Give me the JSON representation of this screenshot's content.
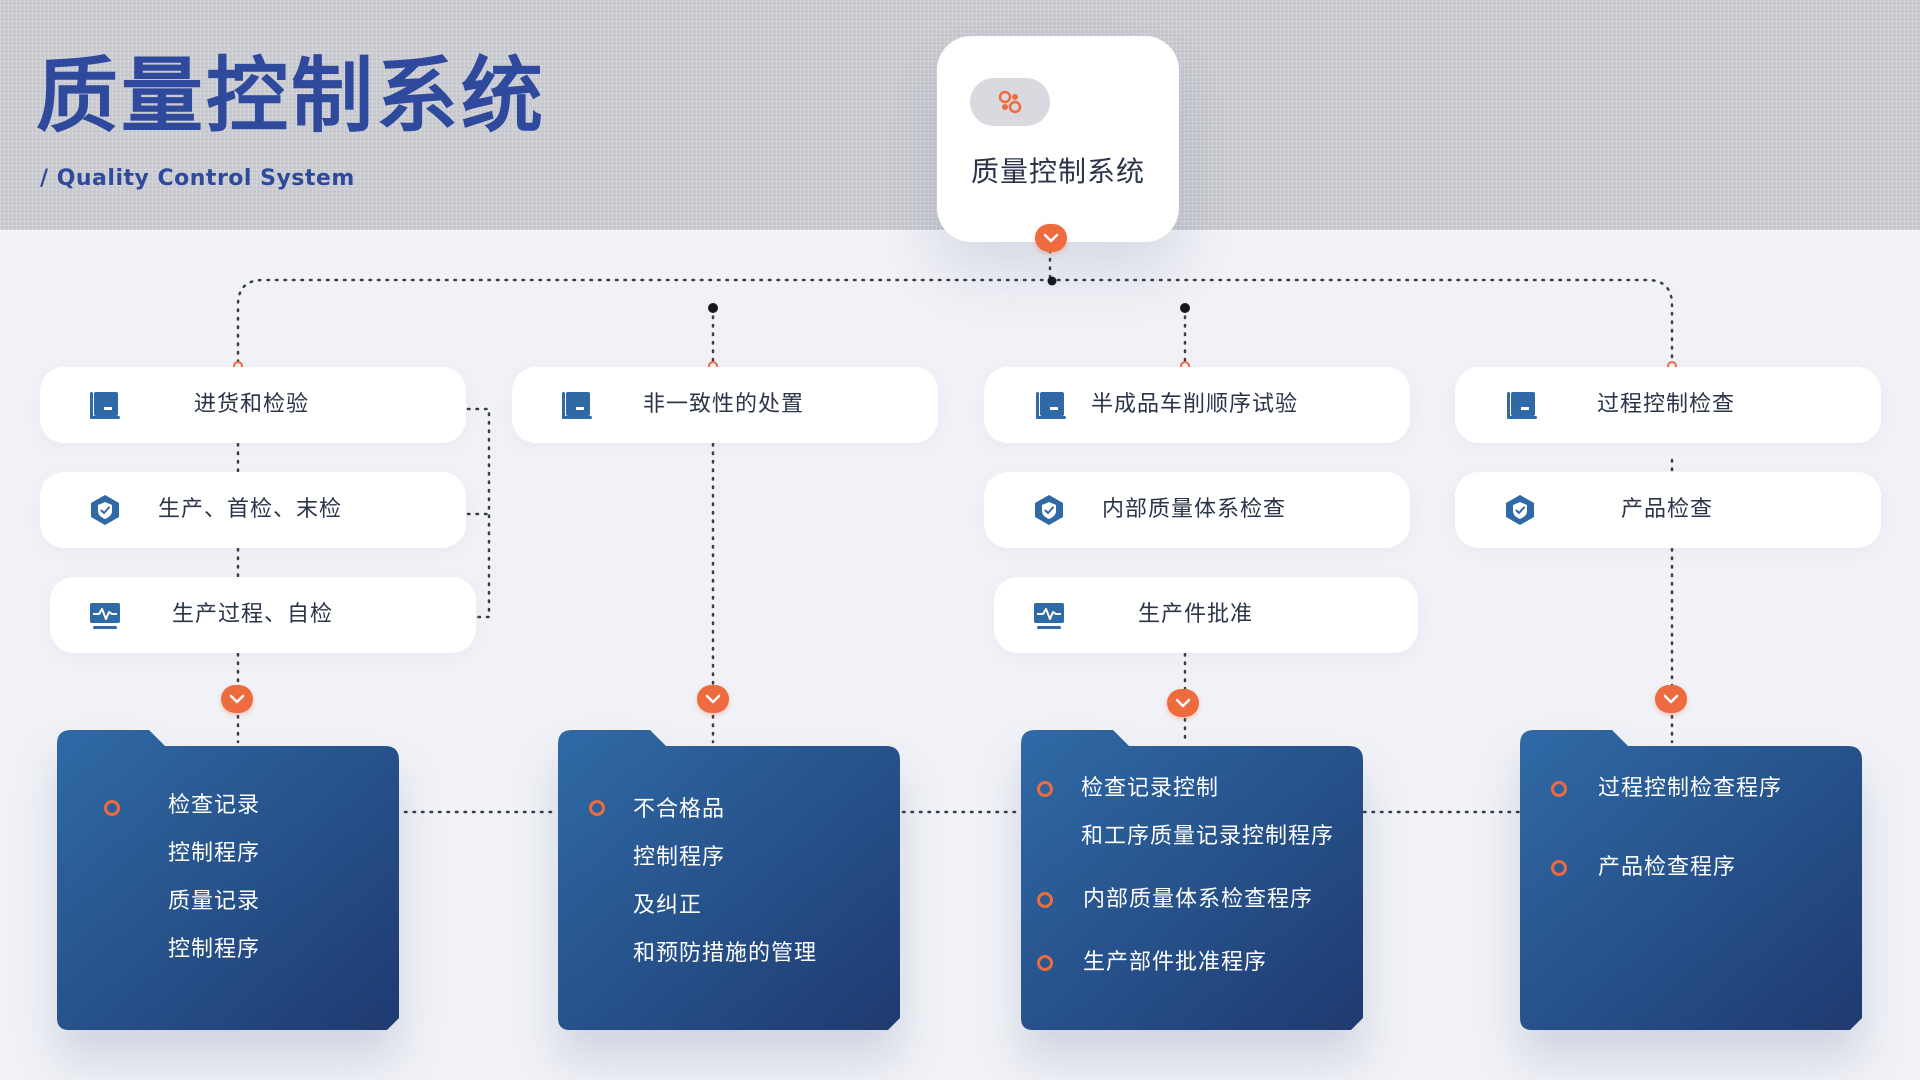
{
  "header": {
    "title": "质量控制系统",
    "subtitle": "/ Quality Control  System"
  },
  "center": {
    "label": "质量控制系统",
    "icon": "gear-cluster-icon"
  },
  "colors": {
    "accent": "#ee6a3f",
    "brand_blue": "#2f4a9c",
    "icon_blue": "#2f6aa6",
    "folder_gradient_start": "#2f6aa6",
    "folder_gradient_end": "#1f3a70"
  },
  "columns": [
    {
      "items": [
        {
          "label": "进货和检验",
          "icon": "document-board-icon"
        },
        {
          "label": "生产、首检、末检",
          "icon": "shield-check-icon"
        },
        {
          "label": "生产过程、自检",
          "icon": "monitor-pulse-icon"
        }
      ],
      "folder": [
        {
          "text": "检查记录",
          "bullet": true
        },
        {
          "text": "控制程序",
          "bullet": false
        },
        {
          "text": "质量记录",
          "bullet": false
        },
        {
          "text": "控制程序",
          "bullet": false
        }
      ]
    },
    {
      "items": [
        {
          "label": "非一致性的处置",
          "icon": "document-board-icon"
        }
      ],
      "folder": [
        {
          "text": "不合格品",
          "bullet": true
        },
        {
          "text": "控制程序",
          "bullet": false
        },
        {
          "text": "及纠正",
          "bullet": false
        },
        {
          "text": "和预防措施的管理",
          "bullet": false
        }
      ]
    },
    {
      "items": [
        {
          "label": "半成品车削顺序试验",
          "icon": "document-board-icon"
        },
        {
          "label": "内部质量体系检查",
          "icon": "shield-check-icon"
        },
        {
          "label": "生产件批准",
          "icon": "monitor-pulse-icon"
        }
      ],
      "folder": [
        {
          "text": "检查记录控制",
          "bullet": true
        },
        {
          "text": "和工序质量记录控制程序",
          "bullet": false
        },
        {
          "text": "内部质量体系检查程序",
          "bullet": true
        },
        {
          "text": "生产部件批准程序",
          "bullet": true
        }
      ]
    },
    {
      "items": [
        {
          "label": "过程控制检查",
          "icon": "document-board-icon"
        },
        {
          "label": "产品检查",
          "icon": "shield-check-icon"
        }
      ],
      "folder": [
        {
          "text": "过程控制检查程序",
          "bullet": true
        },
        {
          "text": "产品检查程序",
          "bullet": true
        }
      ]
    }
  ]
}
